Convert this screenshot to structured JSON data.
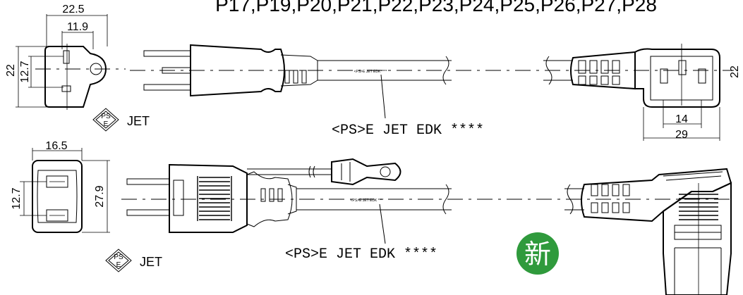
{
  "title": "P17,P19,P20,P21,P22,P23,P24,P25,P26,P27,P28",
  "top_plug_dims": {
    "width": "22.5",
    "pin_span": "11.9",
    "height": "22",
    "pin_gap": "12.7"
  },
  "top_certification": {
    "symbol": "PSE",
    "symbol_top": "PS",
    "symbol_bottom": "E",
    "label": "JET"
  },
  "top_cable_marking": "<PS>E JET EDK ****",
  "top_cable_small_marking": "<PS>E JET EDK ****",
  "top_connector_dims": {
    "inner": "14",
    "outer": "29",
    "side": "22"
  },
  "bottom_plug_dims": {
    "width": "16.5",
    "pin_gap": "12.7",
    "height": "27.9"
  },
  "bottom_certification": {
    "symbol": "PSE",
    "symbol_top": "PS",
    "symbol_bottom": "E",
    "label": "JET"
  },
  "bottom_cable_marking": "<PS>E JET EDK ****",
  "bottom_cable_small_marking": "<PS>E JET EDK ****",
  "new_badge": {
    "text": "新",
    "color": "#2f9a3c"
  },
  "colors": {
    "line": "#000000",
    "background": "#ffffff",
    "badge_text": "#ffffff"
  }
}
